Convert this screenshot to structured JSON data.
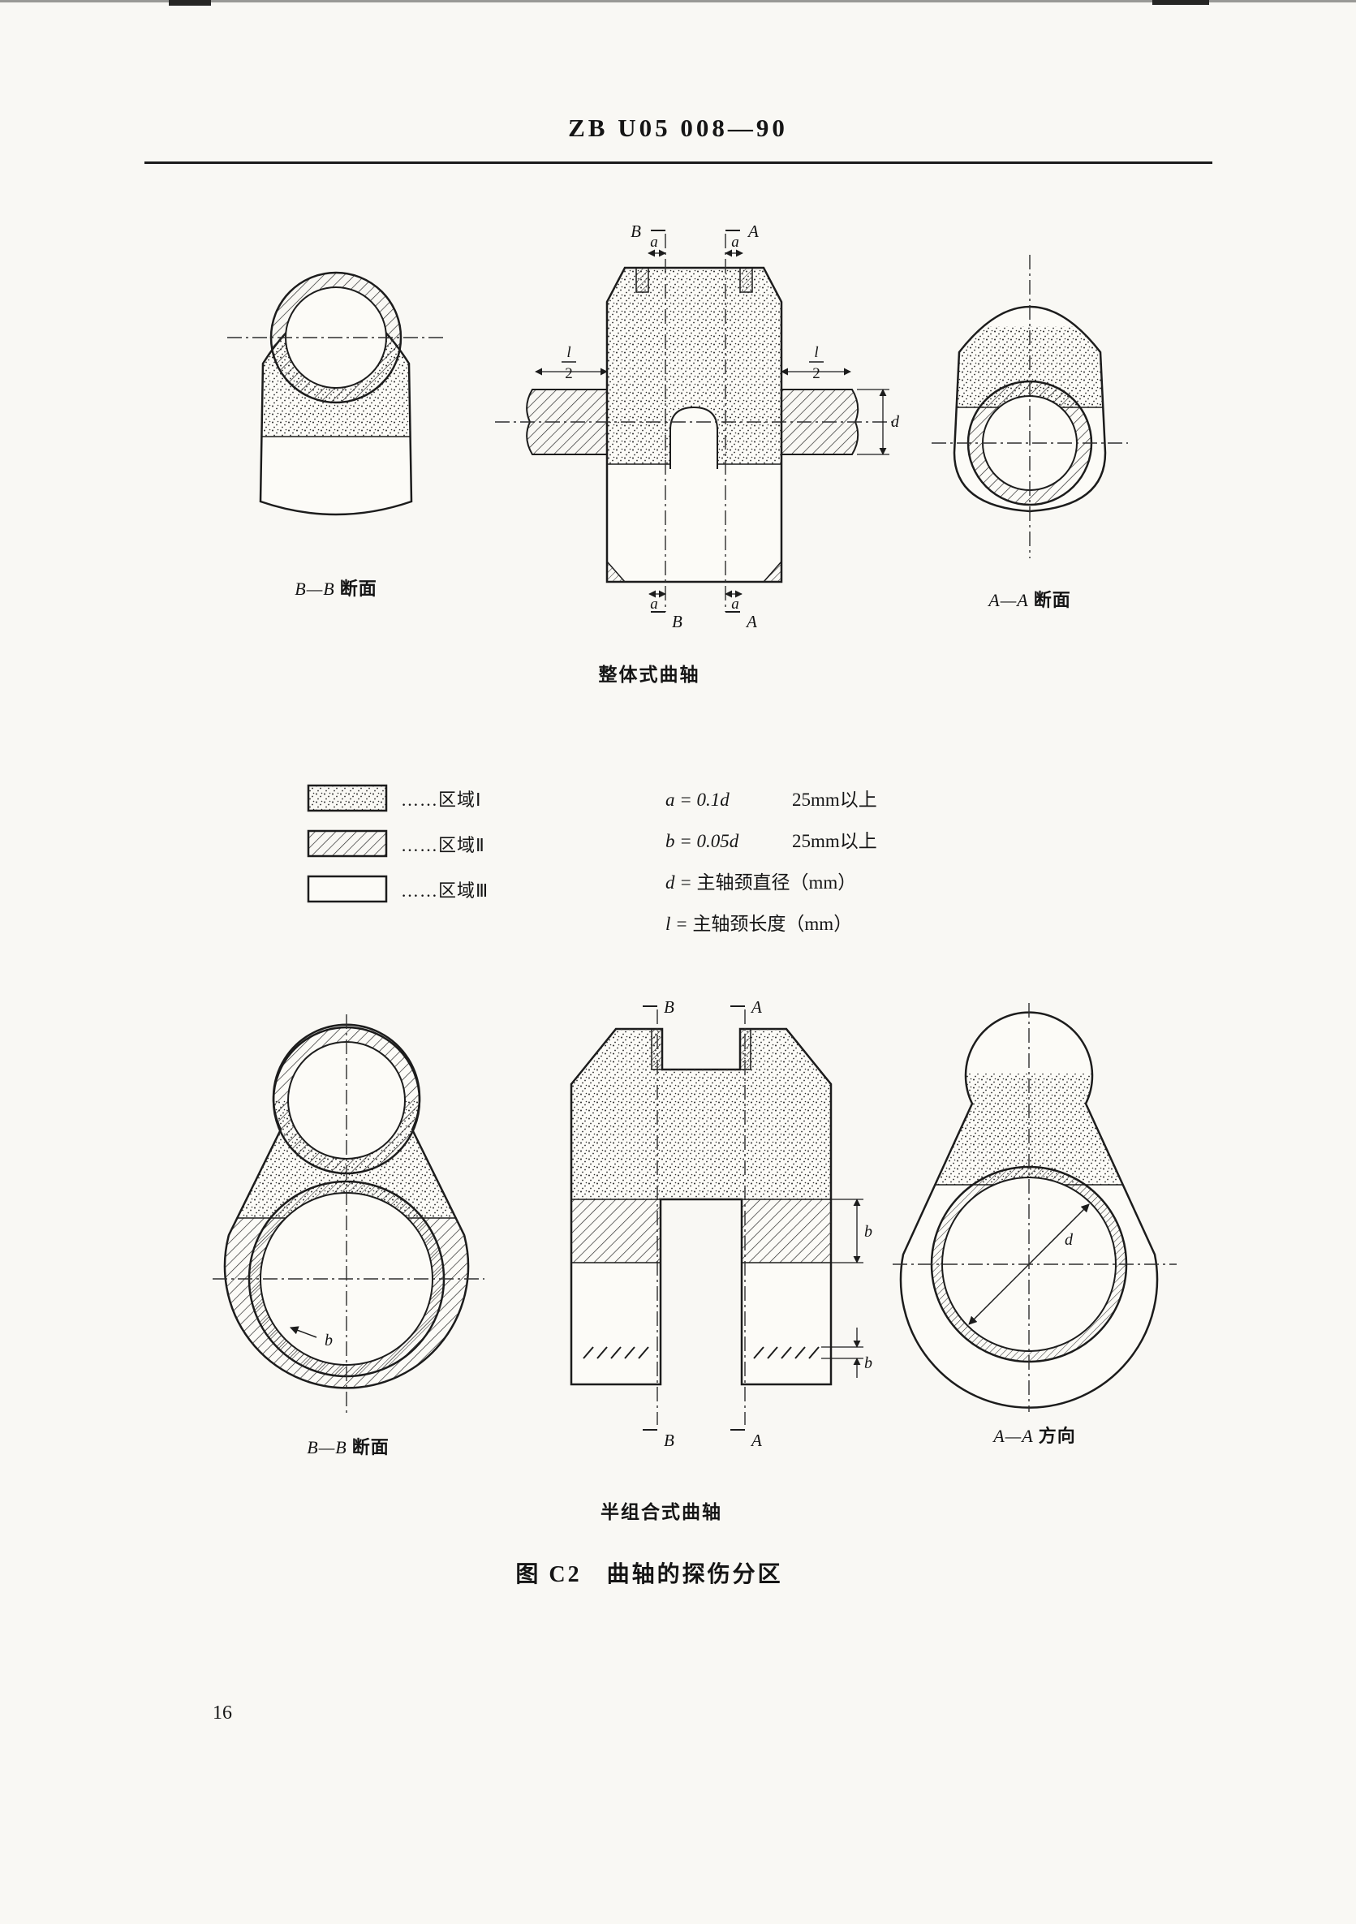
{
  "page": {
    "header": "ZB U05 008—90",
    "page_number": "16",
    "figure_caption": "图 C2　曲轴的探伤分区"
  },
  "integral": {
    "caption": "整体式曲轴",
    "left_math": "B—B",
    "left_text": "断面",
    "right_math": "A—A",
    "right_text": "断面"
  },
  "semi": {
    "caption": "半组合式曲轴",
    "left_math": "B—B",
    "left_text": "断面",
    "right_math": "A—A",
    "right_text": "方向"
  },
  "legend": {
    "zone1_label": "……区域Ⅰ",
    "zone2_label": "……区域Ⅱ",
    "zone3_label": "……区域Ⅲ",
    "f1_var": "a = 0.1d",
    "f1_note": "25mm以上",
    "f2_var": "b = 0.05d",
    "f2_note": "25mm以上",
    "f3_var": "d = ",
    "f3_text": "主轴颈直径（mm）",
    "f4_var": "l = ",
    "f4_text": "主轴颈长度（mm）"
  },
  "marks": {
    "B": "B",
    "A": "A",
    "a": "a",
    "b": "b",
    "d": "d",
    "l": "l",
    "two": "2"
  }
}
